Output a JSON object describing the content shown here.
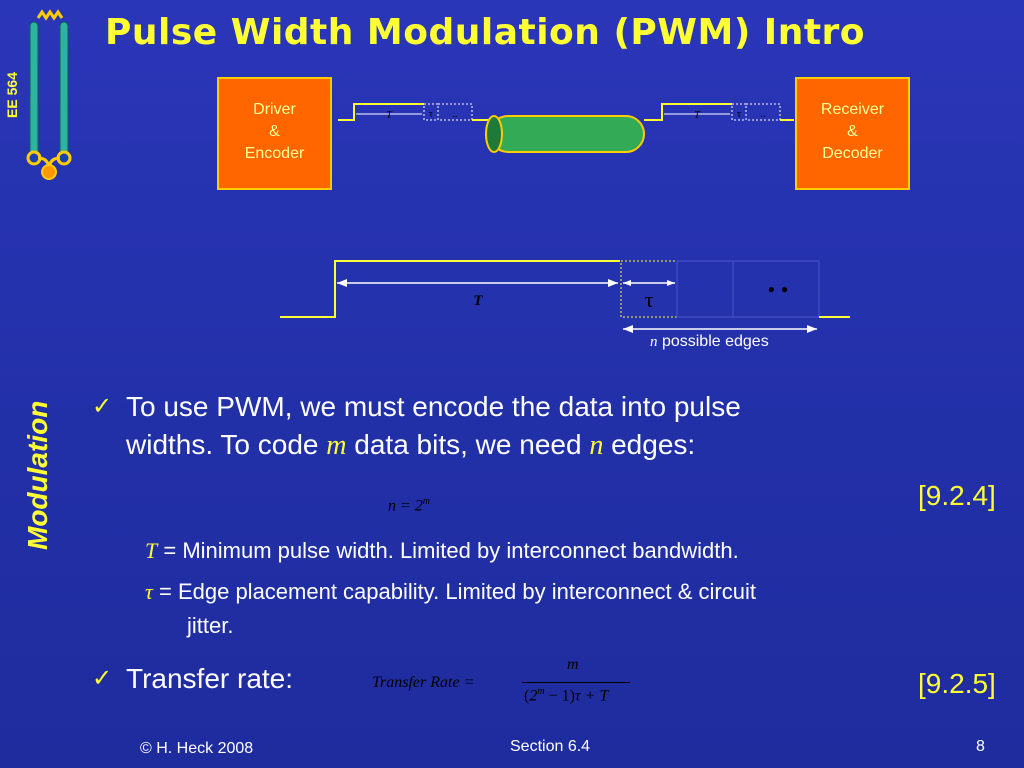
{
  "course_label": "EE 564",
  "side_label": "Modulation",
  "title": "Pulse Width Modulation (PWM) Intro",
  "diagram": {
    "driver_box": [
      "Driver",
      "&",
      "Encoder"
    ],
    "receiver_box": [
      "Receiver",
      "&",
      "Decoder"
    ],
    "small_T": "T",
    "small_tau": "τ",
    "small_dots": "..",
    "big_T": "T",
    "big_tau": "τ",
    "big_dots": "• •",
    "n_label": "n",
    "edges_label": "possible edges"
  },
  "bullets": {
    "b1_part1": "To use PWM, we must encode the data into pulse",
    "b1_part2a": "widths.  To code ",
    "b1_m": "m",
    "b1_part2b": " data bits, we need ",
    "b1_n": "n",
    "b1_part2c": " edges:",
    "eq1": "n = 2",
    "eq1_sup": "m",
    "eq1_tag": "[9.2.4]",
    "sub1_var": "T",
    "sub1_text": " = Minimum pulse width. Limited by interconnect bandwidth.",
    "sub2_var": "τ",
    "sub2_text1": " = Edge placement capability. Limited by interconnect & circuit",
    "sub2_text2": "jitter.",
    "b2_text": "Transfer rate:",
    "eq2_lhs": "Transfer Rate =",
    "eq2_num": "m",
    "eq2_den_a": "2",
    "eq2_den_sup": "m",
    "eq2_den_b": " − 1",
    "eq2_den_c": "τ + T",
    "eq2_tag": "[9.2.5]"
  },
  "footer": {
    "copyright": "© H. Heck 2008",
    "section": "Section 6.4",
    "page": "8"
  },
  "colors": {
    "background": "#2230a8",
    "title": "#ffff33",
    "box": "#ff6600",
    "cable": "#33aa55"
  }
}
